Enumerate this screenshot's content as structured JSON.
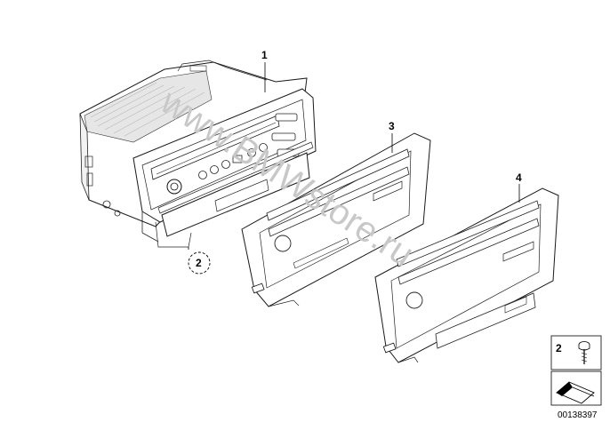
{
  "watermark": "www.BMWstore.ru",
  "callouts": [
    {
      "number": "1"
    },
    {
      "number": "2"
    },
    {
      "number": "3"
    },
    {
      "number": "4"
    }
  ],
  "legend": {
    "number": "2"
  },
  "diagram_id": "00138397"
}
